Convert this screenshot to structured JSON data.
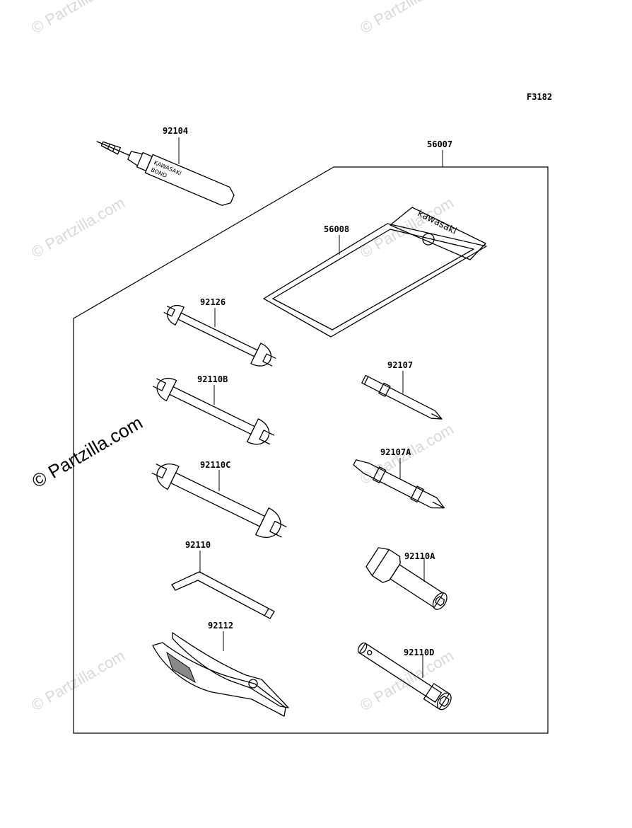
{
  "diagram": {
    "code": "F3182",
    "watermark_text": "© Partzilla.com",
    "kit": {
      "label": "56007",
      "parts": [
        {
          "id": "56008",
          "label": "56008",
          "pouch_brand": "kawasaki"
        },
        {
          "id": "92126",
          "label": "92126"
        },
        {
          "id": "92110B",
          "label": "92110B"
        },
        {
          "id": "92110C",
          "label": "92110C"
        },
        {
          "id": "92110",
          "label": "92110"
        },
        {
          "id": "92112",
          "label": "92112"
        },
        {
          "id": "92107",
          "label": "92107"
        },
        {
          "id": "92107A",
          "label": "92107A"
        },
        {
          "id": "92110A",
          "label": "92110A"
        },
        {
          "id": "92110D",
          "label": "92110D"
        }
      ]
    },
    "external_part": {
      "id": "92104",
      "label": "92104",
      "tube_text_1": "KAWASAKI",
      "tube_text_2": "BOND"
    }
  }
}
